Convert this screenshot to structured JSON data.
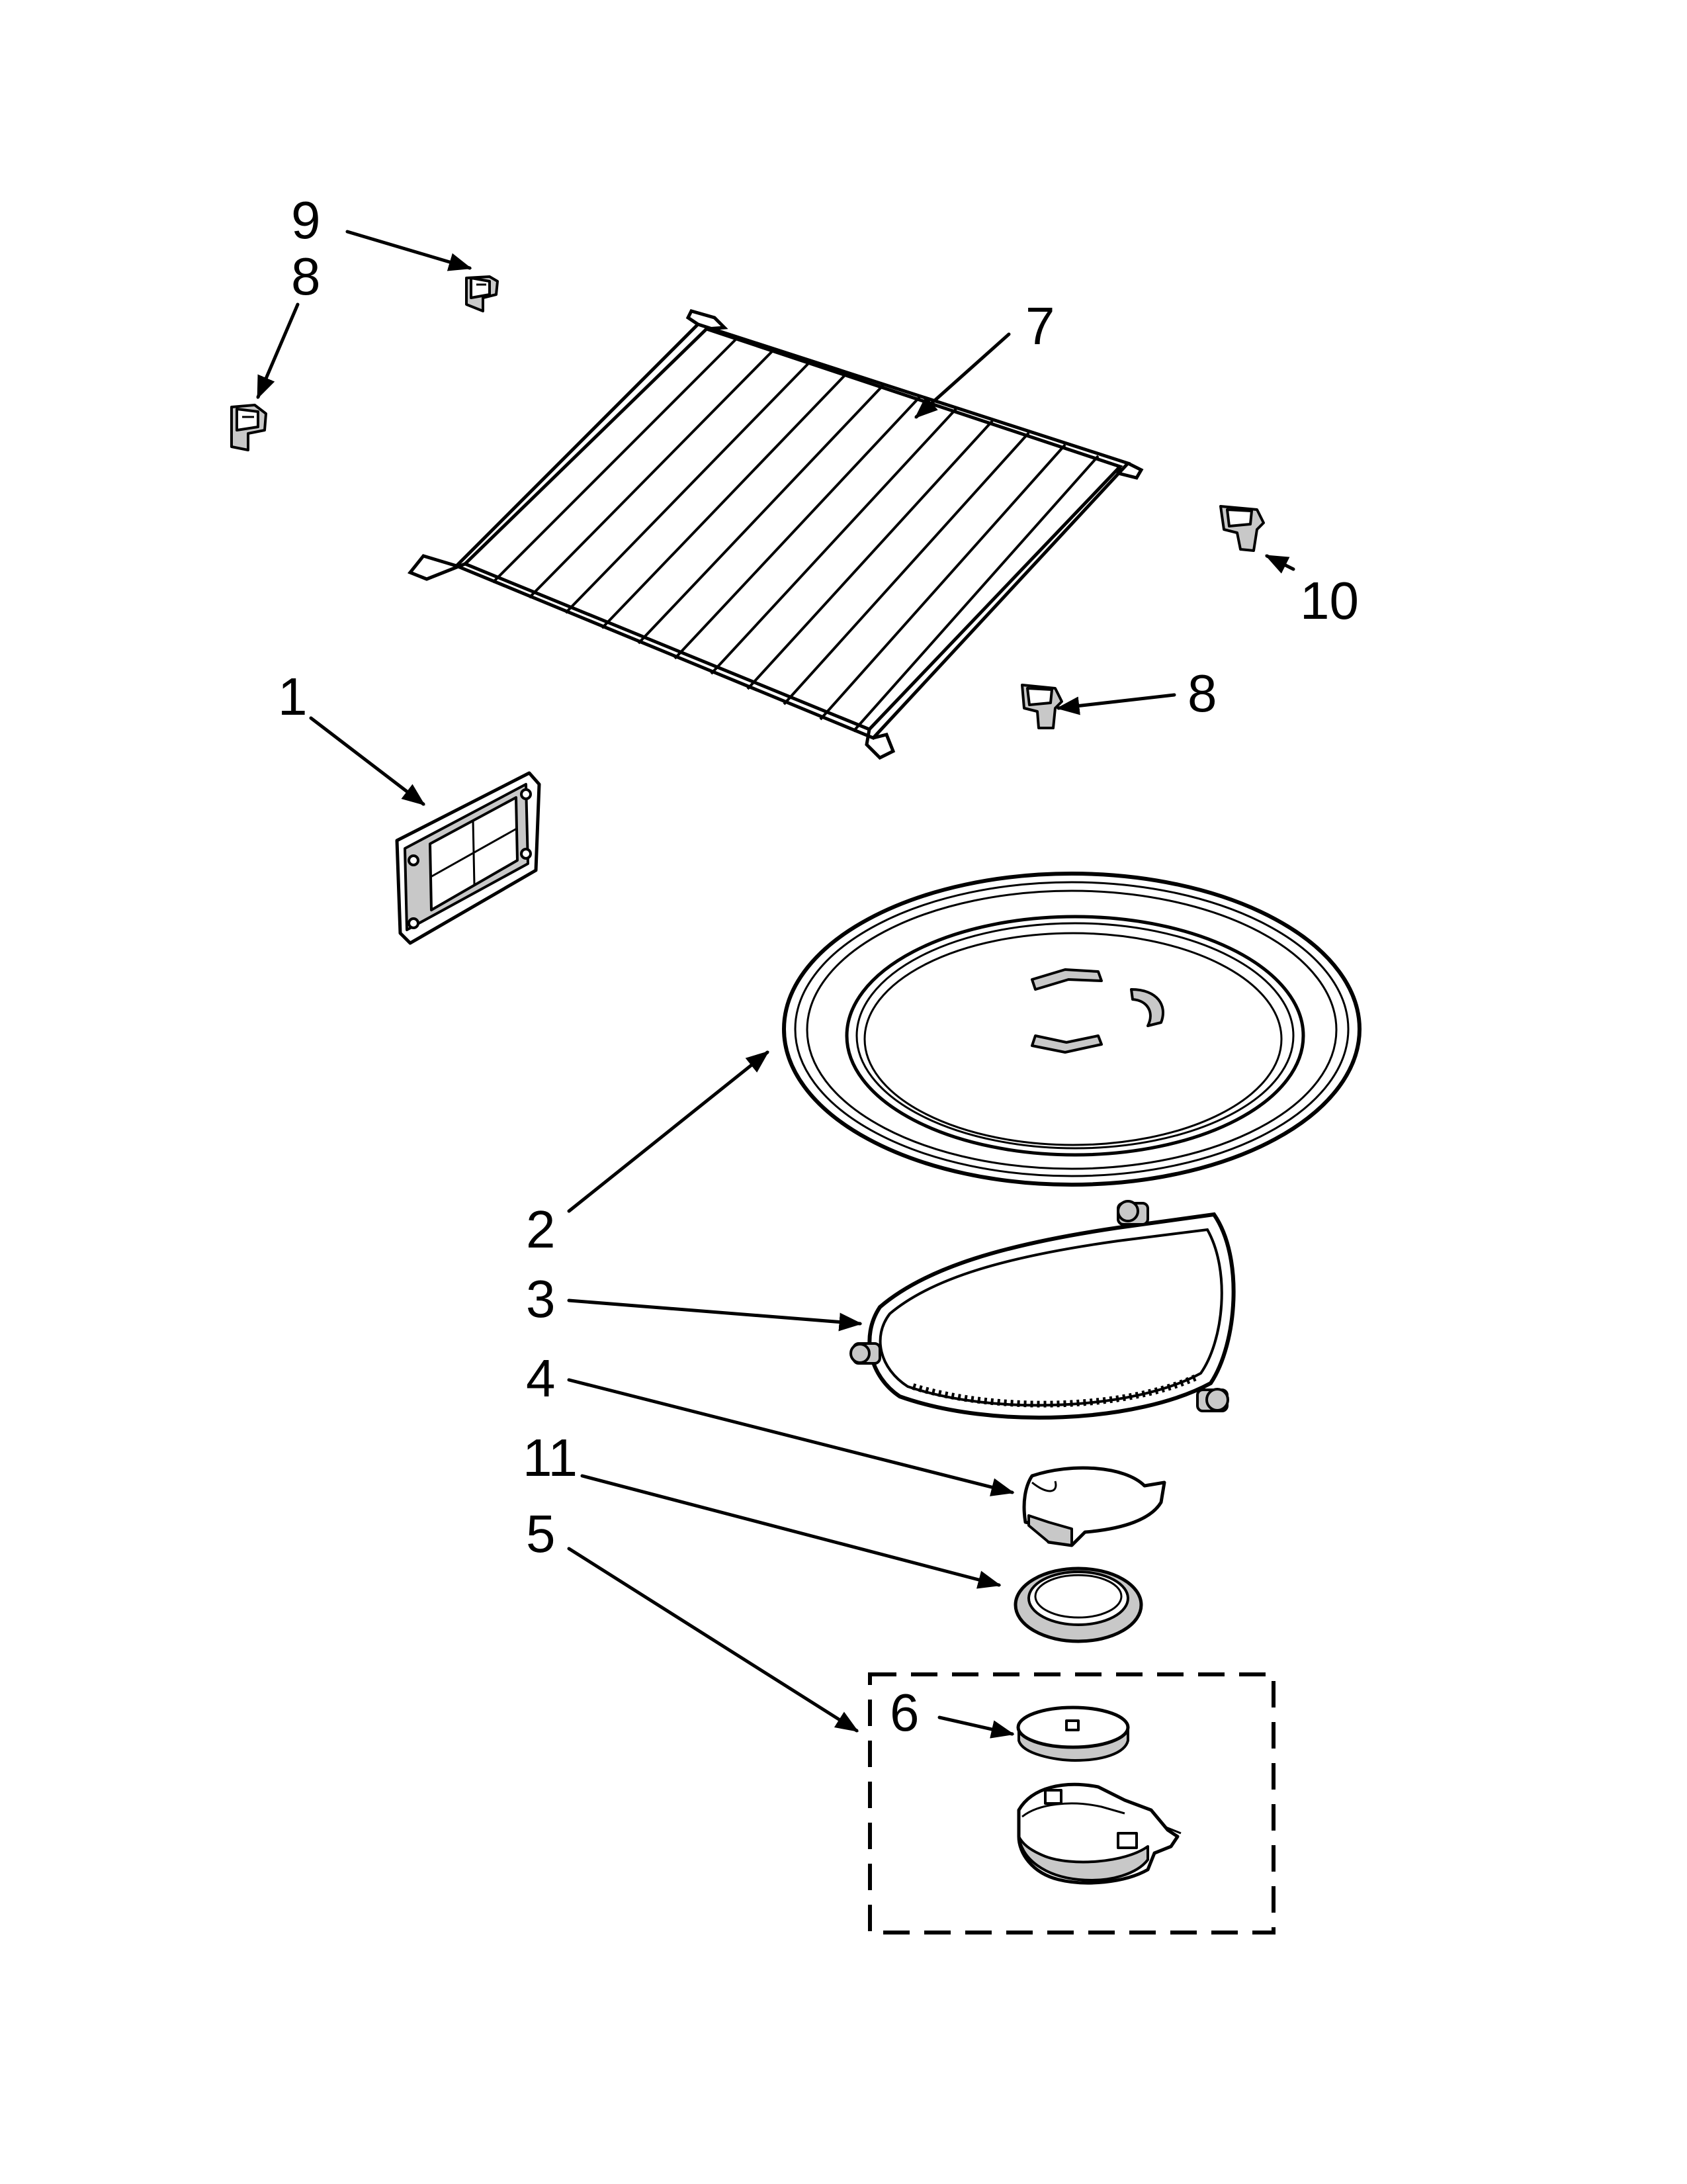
{
  "callouts": {
    "c1": "1",
    "c2": "2",
    "c3": "3",
    "c4": "4",
    "c5": "5",
    "c6": "6",
    "c7": "7",
    "c8a": "8",
    "c8b": "8",
    "c9": "9",
    "c10": "10",
    "c11": "11"
  },
  "colors": {
    "line": "#000000",
    "fill": "#ffffff",
    "shade": "#c8c8c8"
  }
}
